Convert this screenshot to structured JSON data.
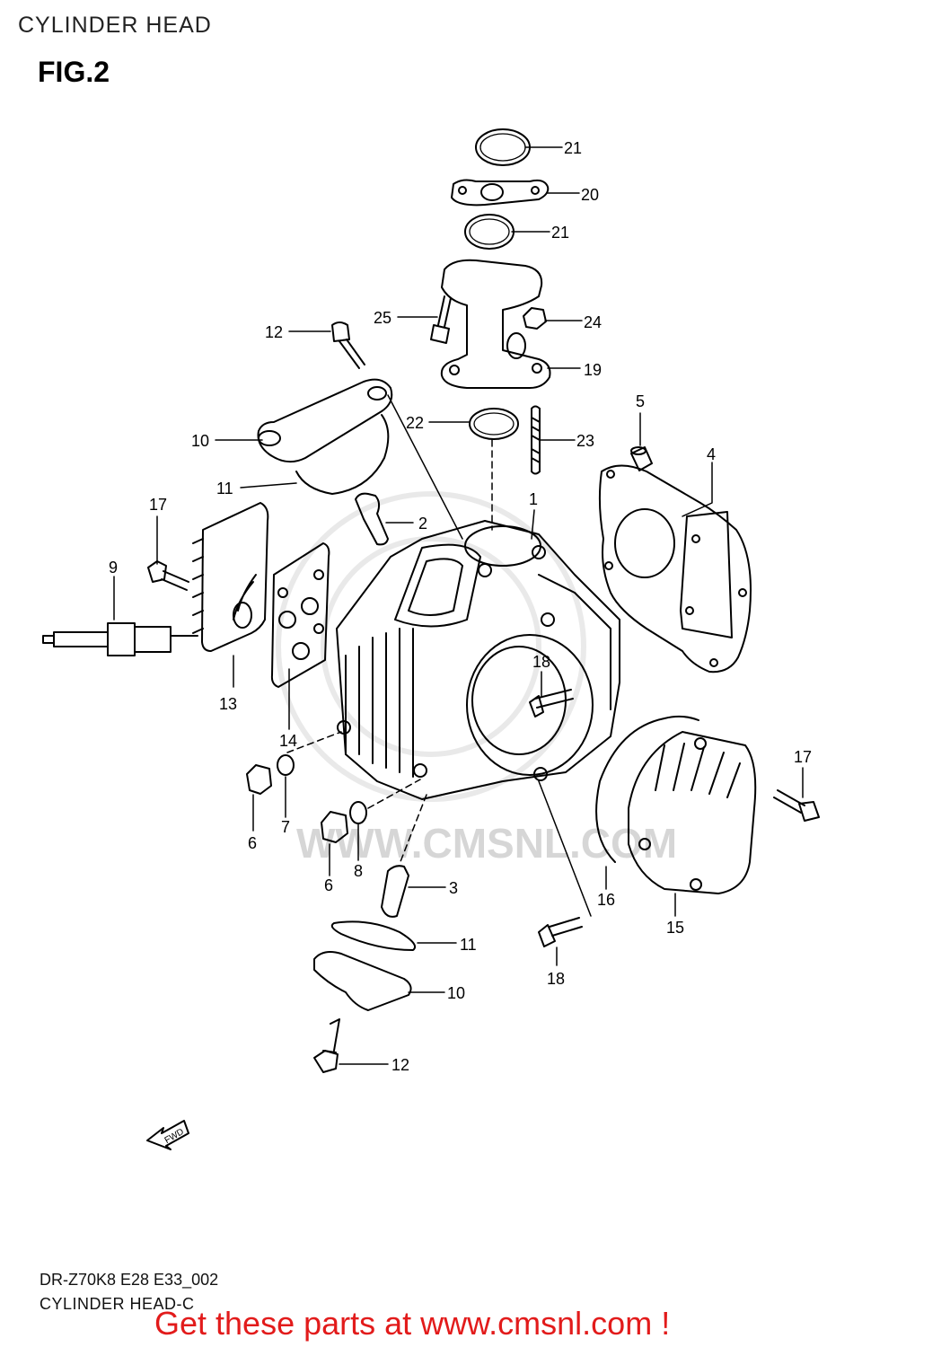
{
  "header": {
    "title": "CYLINDER HEAD",
    "figure": "FIG.2"
  },
  "watermark": "WWW.CMSNL.COM",
  "fwd_marker": "FWD",
  "callouts": [
    {
      "id": "c21a",
      "label": "21"
    },
    {
      "id": "c20",
      "label": "20"
    },
    {
      "id": "c21b",
      "label": "21"
    },
    {
      "id": "c25",
      "label": "25"
    },
    {
      "id": "c24",
      "label": "24"
    },
    {
      "id": "c12a",
      "label": "12"
    },
    {
      "id": "c19",
      "label": "19"
    },
    {
      "id": "c22",
      "label": "22"
    },
    {
      "id": "c23",
      "label": "23"
    },
    {
      "id": "c5",
      "label": "5"
    },
    {
      "id": "c10a",
      "label": "10"
    },
    {
      "id": "c4",
      "label": "4"
    },
    {
      "id": "c11a",
      "label": "11"
    },
    {
      "id": "c1",
      "label": "1"
    },
    {
      "id": "c17a",
      "label": "17"
    },
    {
      "id": "c2",
      "label": "2"
    },
    {
      "id": "c9",
      "label": "9"
    },
    {
      "id": "c18a",
      "label": "18"
    },
    {
      "id": "c13",
      "label": "13"
    },
    {
      "id": "c14",
      "label": "14"
    },
    {
      "id": "c17b",
      "label": "17"
    },
    {
      "id": "c6a",
      "label": "6"
    },
    {
      "id": "c7",
      "label": "7"
    },
    {
      "id": "c6b",
      "label": "6"
    },
    {
      "id": "c8",
      "label": "8"
    },
    {
      "id": "c3",
      "label": "3"
    },
    {
      "id": "c16",
      "label": "16"
    },
    {
      "id": "c15",
      "label": "15"
    },
    {
      "id": "c11b",
      "label": "11"
    },
    {
      "id": "c18b",
      "label": "18"
    },
    {
      "id": "c10b",
      "label": "10"
    },
    {
      "id": "c12b",
      "label": "12"
    }
  ],
  "footer": {
    "code": "DR-Z70K8 E28 E33_002",
    "caption": "CYLINDER HEAD-C",
    "promo": "Get these parts at www.cmsnl.com !",
    "promo_color": "#e21b1b"
  }
}
